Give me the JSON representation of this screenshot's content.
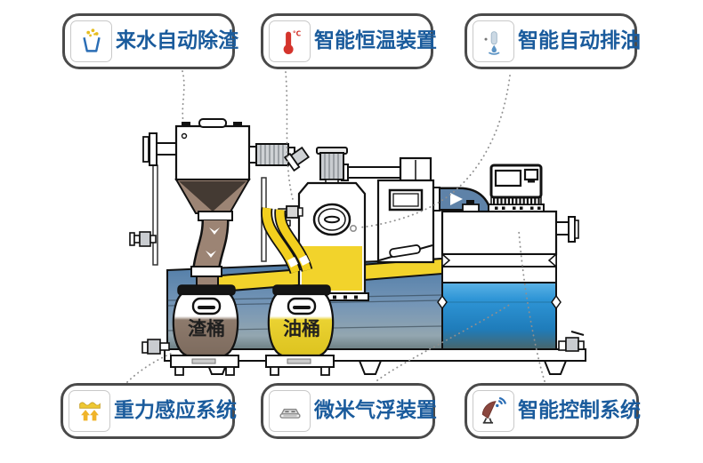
{
  "callouts": [
    {
      "label": "来水自动除渣",
      "icon": "bucket-icon"
    },
    {
      "label": "智能恒温装置",
      "icon": "thermometer-icon"
    },
    {
      "label": "智能自动排油",
      "icon": "oil-drain-icon"
    },
    {
      "label": "重力感应系统",
      "icon": "gravity-sensor-icon"
    },
    {
      "label": "微米气浮装置",
      "icon": "flotation-tray-icon"
    },
    {
      "label": "智能控制系统",
      "icon": "satellite-dish-icon"
    }
  ],
  "machine": {
    "slag_bucket_label": "渣桶",
    "oil_bucket_label": "油桶",
    "thermometer_unit": "°C"
  },
  "colors": {
    "callout_text": "#1a5b9c",
    "callout_border": "#4a4a4a",
    "oil_yellow": "#f2d32b",
    "slag_brown": "#8d7a6c",
    "water_blue": "#2f97d8",
    "steel_blue": "#5e82a8",
    "thermometer_red": "#d4342c",
    "dish_maroon": "#8a463e"
  }
}
